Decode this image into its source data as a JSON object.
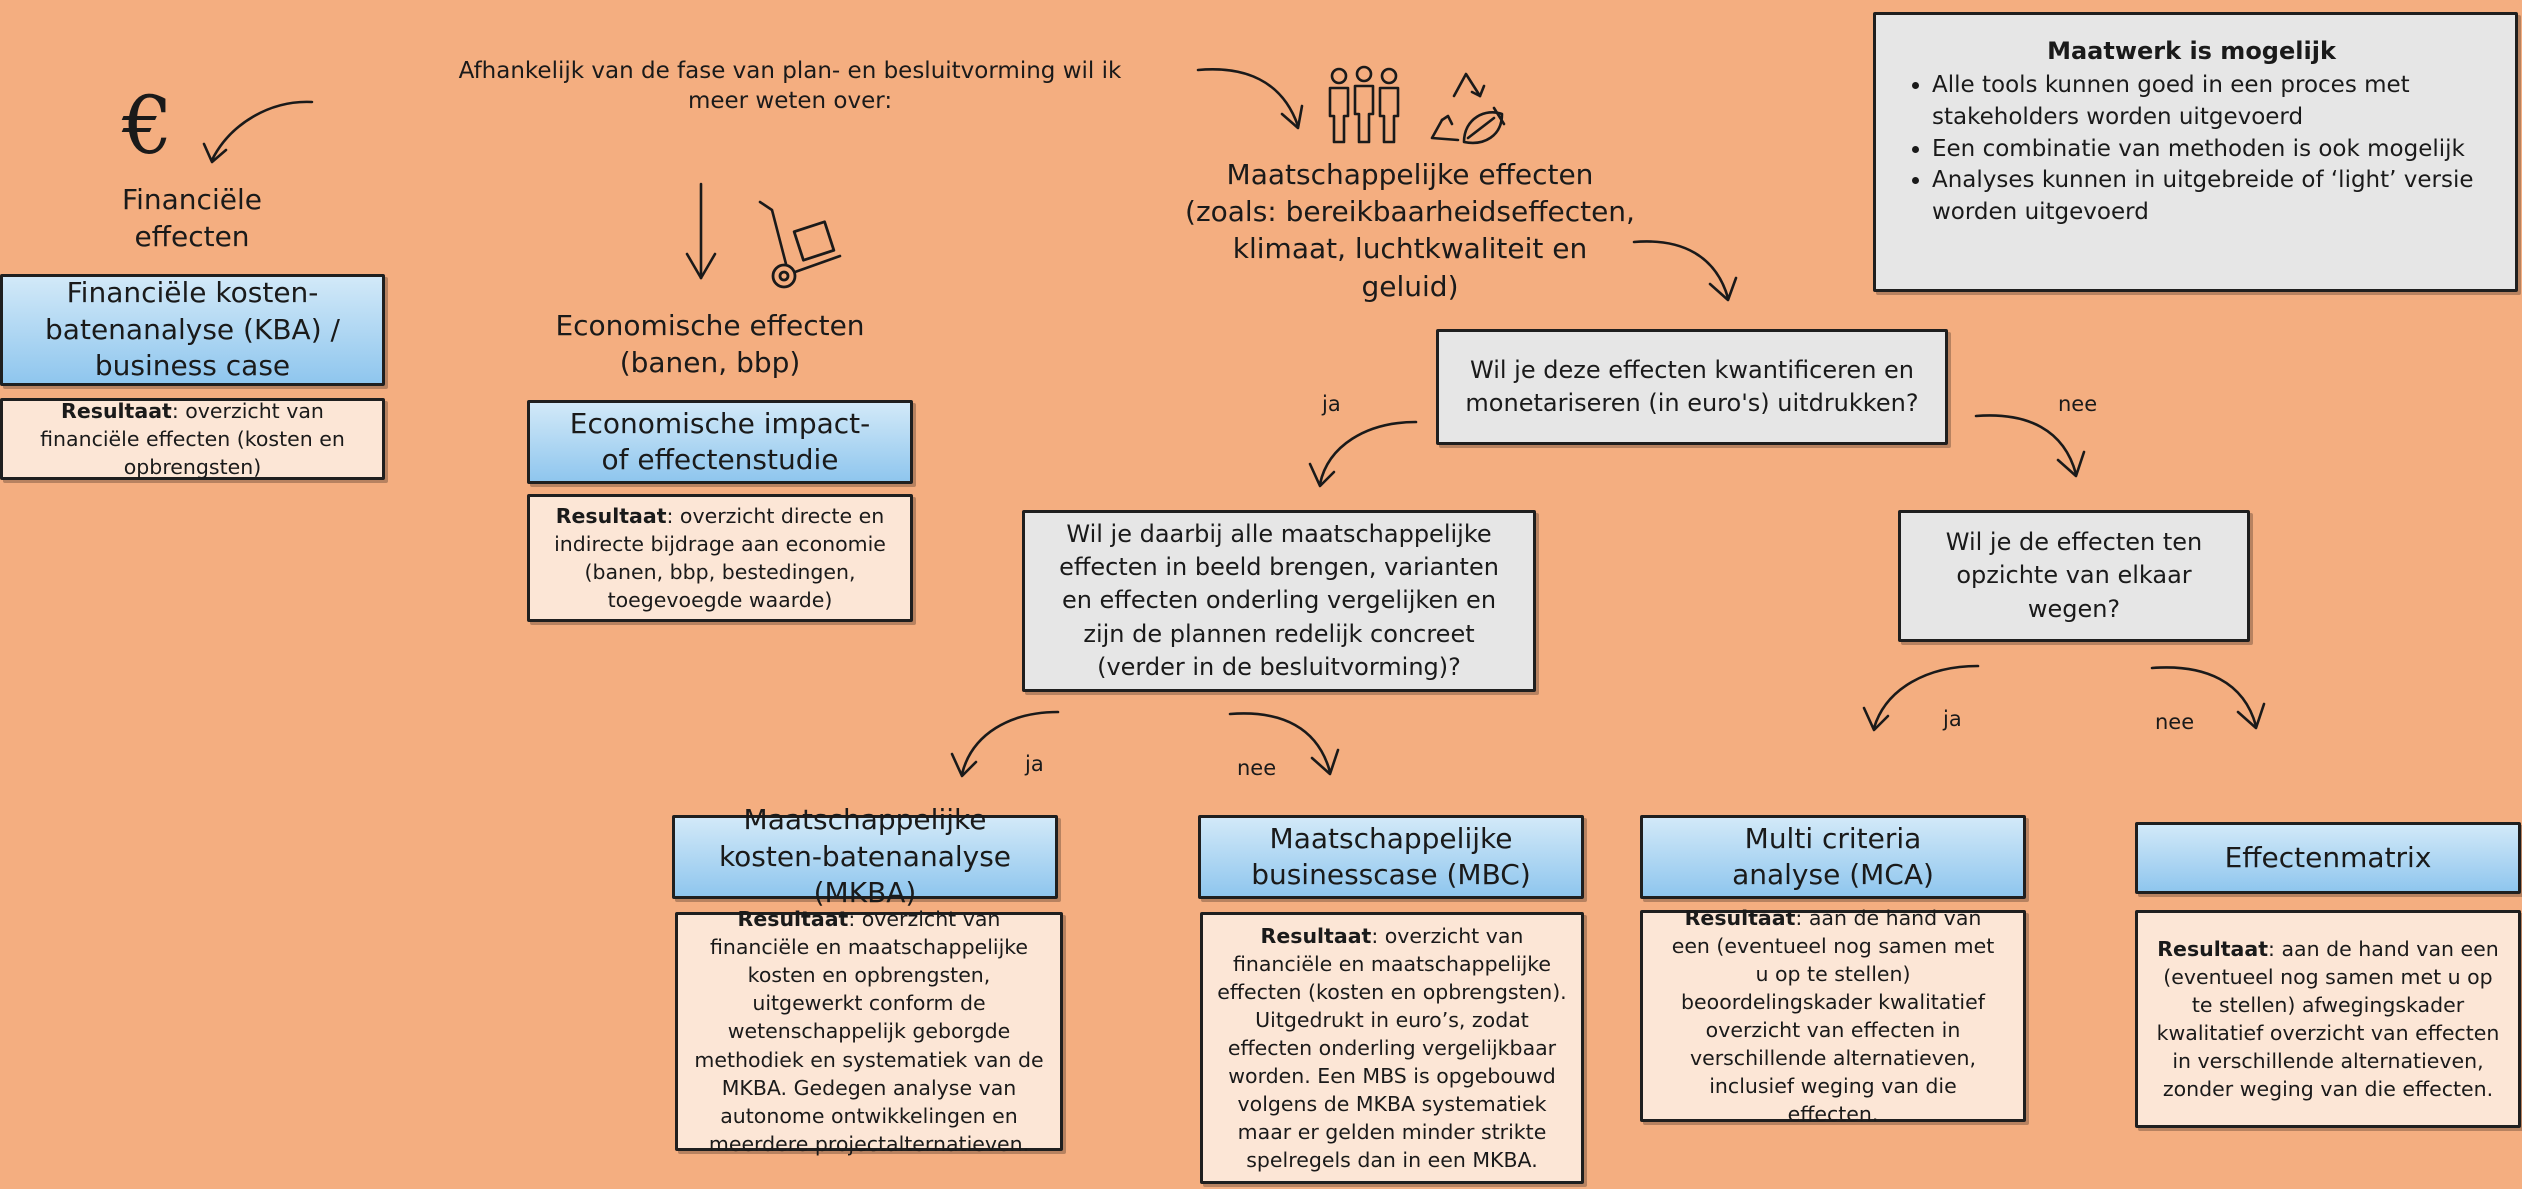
{
  "intro": "Afhankelijk van de fase van plan- en besluitvorming wil ik meer weten over:",
  "note": {
    "title": "Maatwerk is mogelijk",
    "items": [
      "Alle tools kunnen goed in een proces met stakeholders worden uitgevoerd",
      "Een combinatie van methoden is ook mogelijk",
      "Analyses kunnen in uitgebreide of ‘light’ versie worden uitgevoerd"
    ]
  },
  "financial": {
    "icon": "euro-icon",
    "category": "Financiële effecten",
    "method": "Financiële kosten-batenanalyse (KBA) / business case",
    "result_label": "Resultaat",
    "result_text": ": overzicht van financiële effecten (kosten en opbrengsten)"
  },
  "economic": {
    "icon": "hand-truck-icon",
    "category_line1": "Economische effecten",
    "category_line2": "(banen, bbp)",
    "method": "Economische impact- of effectenstudie",
    "result_label": "Resultaat",
    "result_text": ": overzicht directe en indirecte bijdrage aan economie (banen, bbp, bestedingen, toegevoegde waarde)"
  },
  "societal": {
    "icons": [
      "people-icon",
      "recycle-leaf-icon"
    ],
    "category_line1": "Maatschappelijke effecten",
    "category_line2": "(zoals: bereikbaarheidseffecten,",
    "category_line3": "klimaat, luchtkwaliteit en geluid)"
  },
  "questions": {
    "q1": "Wil je deze effecten kwantificeren en monetariseren (in euro's) uitdrukken?",
    "q2": "Wil je daarbij alle maatschappelijke effecten in beeld brengen, varianten en effecten onderling vergelijken en zijn de plannen redelijk concreet (verder in de besluitvorming)?",
    "q3": "Wil je de effecten ten opzichte van elkaar wegen?"
  },
  "answers": {
    "yes": "ja",
    "no": "nee"
  },
  "methods": [
    {
      "title": "Maatschappelijke kosten-batenanalyse (MKBA)",
      "result_label": "Resultaat",
      "result_text": ": overzicht van financiële en maatschappelijke kosten en opbrengsten, uitgewerkt conform de wetenschappelijk geborgde methodiek en systematiek van de MKBA. Gedegen analyse van autonome ontwikkelingen en meerdere projectalternatieven."
    },
    {
      "title": "Maatschappelijke businesscase (MBC)",
      "result_label": "Resultaat",
      "result_text": ": overzicht van financiële en maatschappelijke effecten (kosten en opbrengsten). Uitgedrukt in euro’s, zodat effecten onderling vergelijkbaar worden. Een MBS is opgebouwd volgens de MKBA systematiek maar er gelden minder strikte spelregels dan in een MKBA."
    },
    {
      "title": "Multi criteria analyse (MCA)",
      "result_label": "Resultaat",
      "result_text": ": aan de hand van een (eventueel nog samen met u op te stellen) beoordelingskader kwalitatief overzicht van effecten in verschillende alternatieven, inclusief weging van die effecten."
    },
    {
      "title": "Effectenmatrix",
      "result_label": "Resultaat",
      "result_text": ": aan de hand van een (eventueel nog samen met u op te stellen) afwegingskader kwalitatief overzicht van effecten in verschillende alternatieven, zonder weging van die effecten."
    }
  ]
}
